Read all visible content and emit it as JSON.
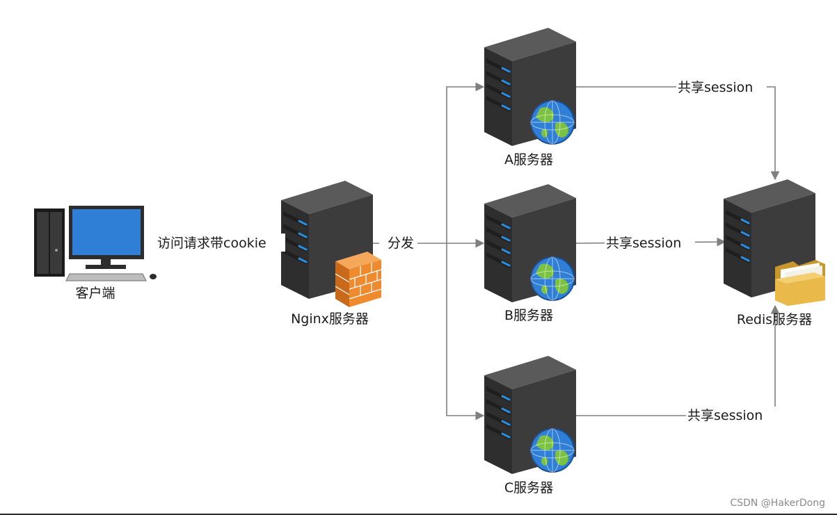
{
  "nodes": {
    "client": "客户端",
    "nginx": "Nginx服务器",
    "server_a": "A服务器",
    "server_b": "B服务器",
    "server_c": "C服务器",
    "redis": "Redis服务器"
  },
  "edges": {
    "client_to_nginx": "访问请求带cookie",
    "nginx_dispatch": "分发",
    "a_share": "共享session",
    "b_share": "共享session",
    "c_share": "共享session"
  },
  "watermark": "CSDN @HakerDong",
  "colors": {
    "server_body": "#3a3a3a",
    "server_top": "#4c4c4c",
    "led": "#2a8fe0",
    "connector": "#7f7f7f",
    "globe": "#2f7fd6",
    "globe_land": "#7cc242",
    "firewall": "#f08a2e",
    "folder": "#e9b94a"
  },
  "icons": {
    "client": "desktop-computer-icon",
    "nginx": "server-firewall-icon",
    "web": "server-globe-icon",
    "redis": "server-folder-icon"
  }
}
